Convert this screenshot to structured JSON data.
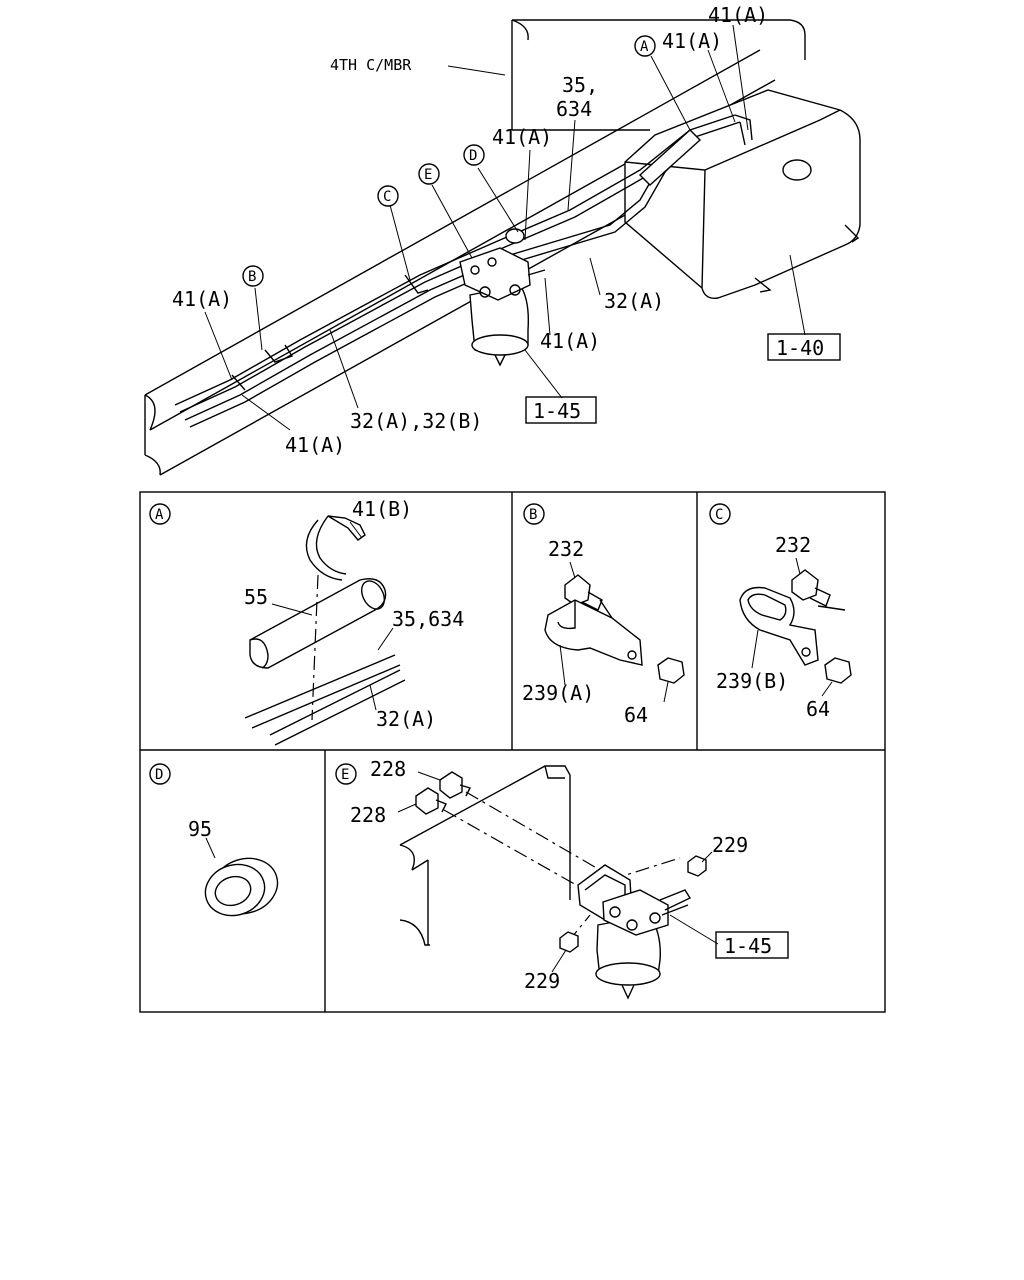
{
  "main_view": {
    "member_label": "4TH C/MBR",
    "refs": {
      "a": "A",
      "b": "B",
      "c": "C",
      "d": "D",
      "e": "E"
    },
    "labels": {
      "clip_top_right": "41(A)",
      "clip_top": "41(A)",
      "hose_35_l1": "35,",
      "hose_35_l2": "634",
      "clip_center": "41(A)",
      "clip_left": "41(A)",
      "pipe_right": "32(A)",
      "clip_filter": "41(A)",
      "pipe_left": "32(A),32(B)",
      "clip_bottom": "41(A)"
    },
    "boxes": {
      "tank": "1-40",
      "filter": "1-45"
    }
  },
  "detail_a": {
    "ref": "A",
    "band": "41(B)",
    "sleeve": "55",
    "hose": "35,634",
    "pipe": "32(A)"
  },
  "detail_b": {
    "ref": "B",
    "bolt": "232",
    "bracket": "239(A)",
    "nut": "64"
  },
  "detail_c": {
    "ref": "C",
    "bolt": "232",
    "bracket": "239(B)",
    "nut": "64"
  },
  "detail_d": {
    "ref": "D",
    "grommet": "95"
  },
  "detail_e": {
    "ref": "E",
    "bolt_1": "228",
    "bolt_2": "228",
    "nut_1": "229",
    "nut_2": "229",
    "box": "1-45"
  }
}
